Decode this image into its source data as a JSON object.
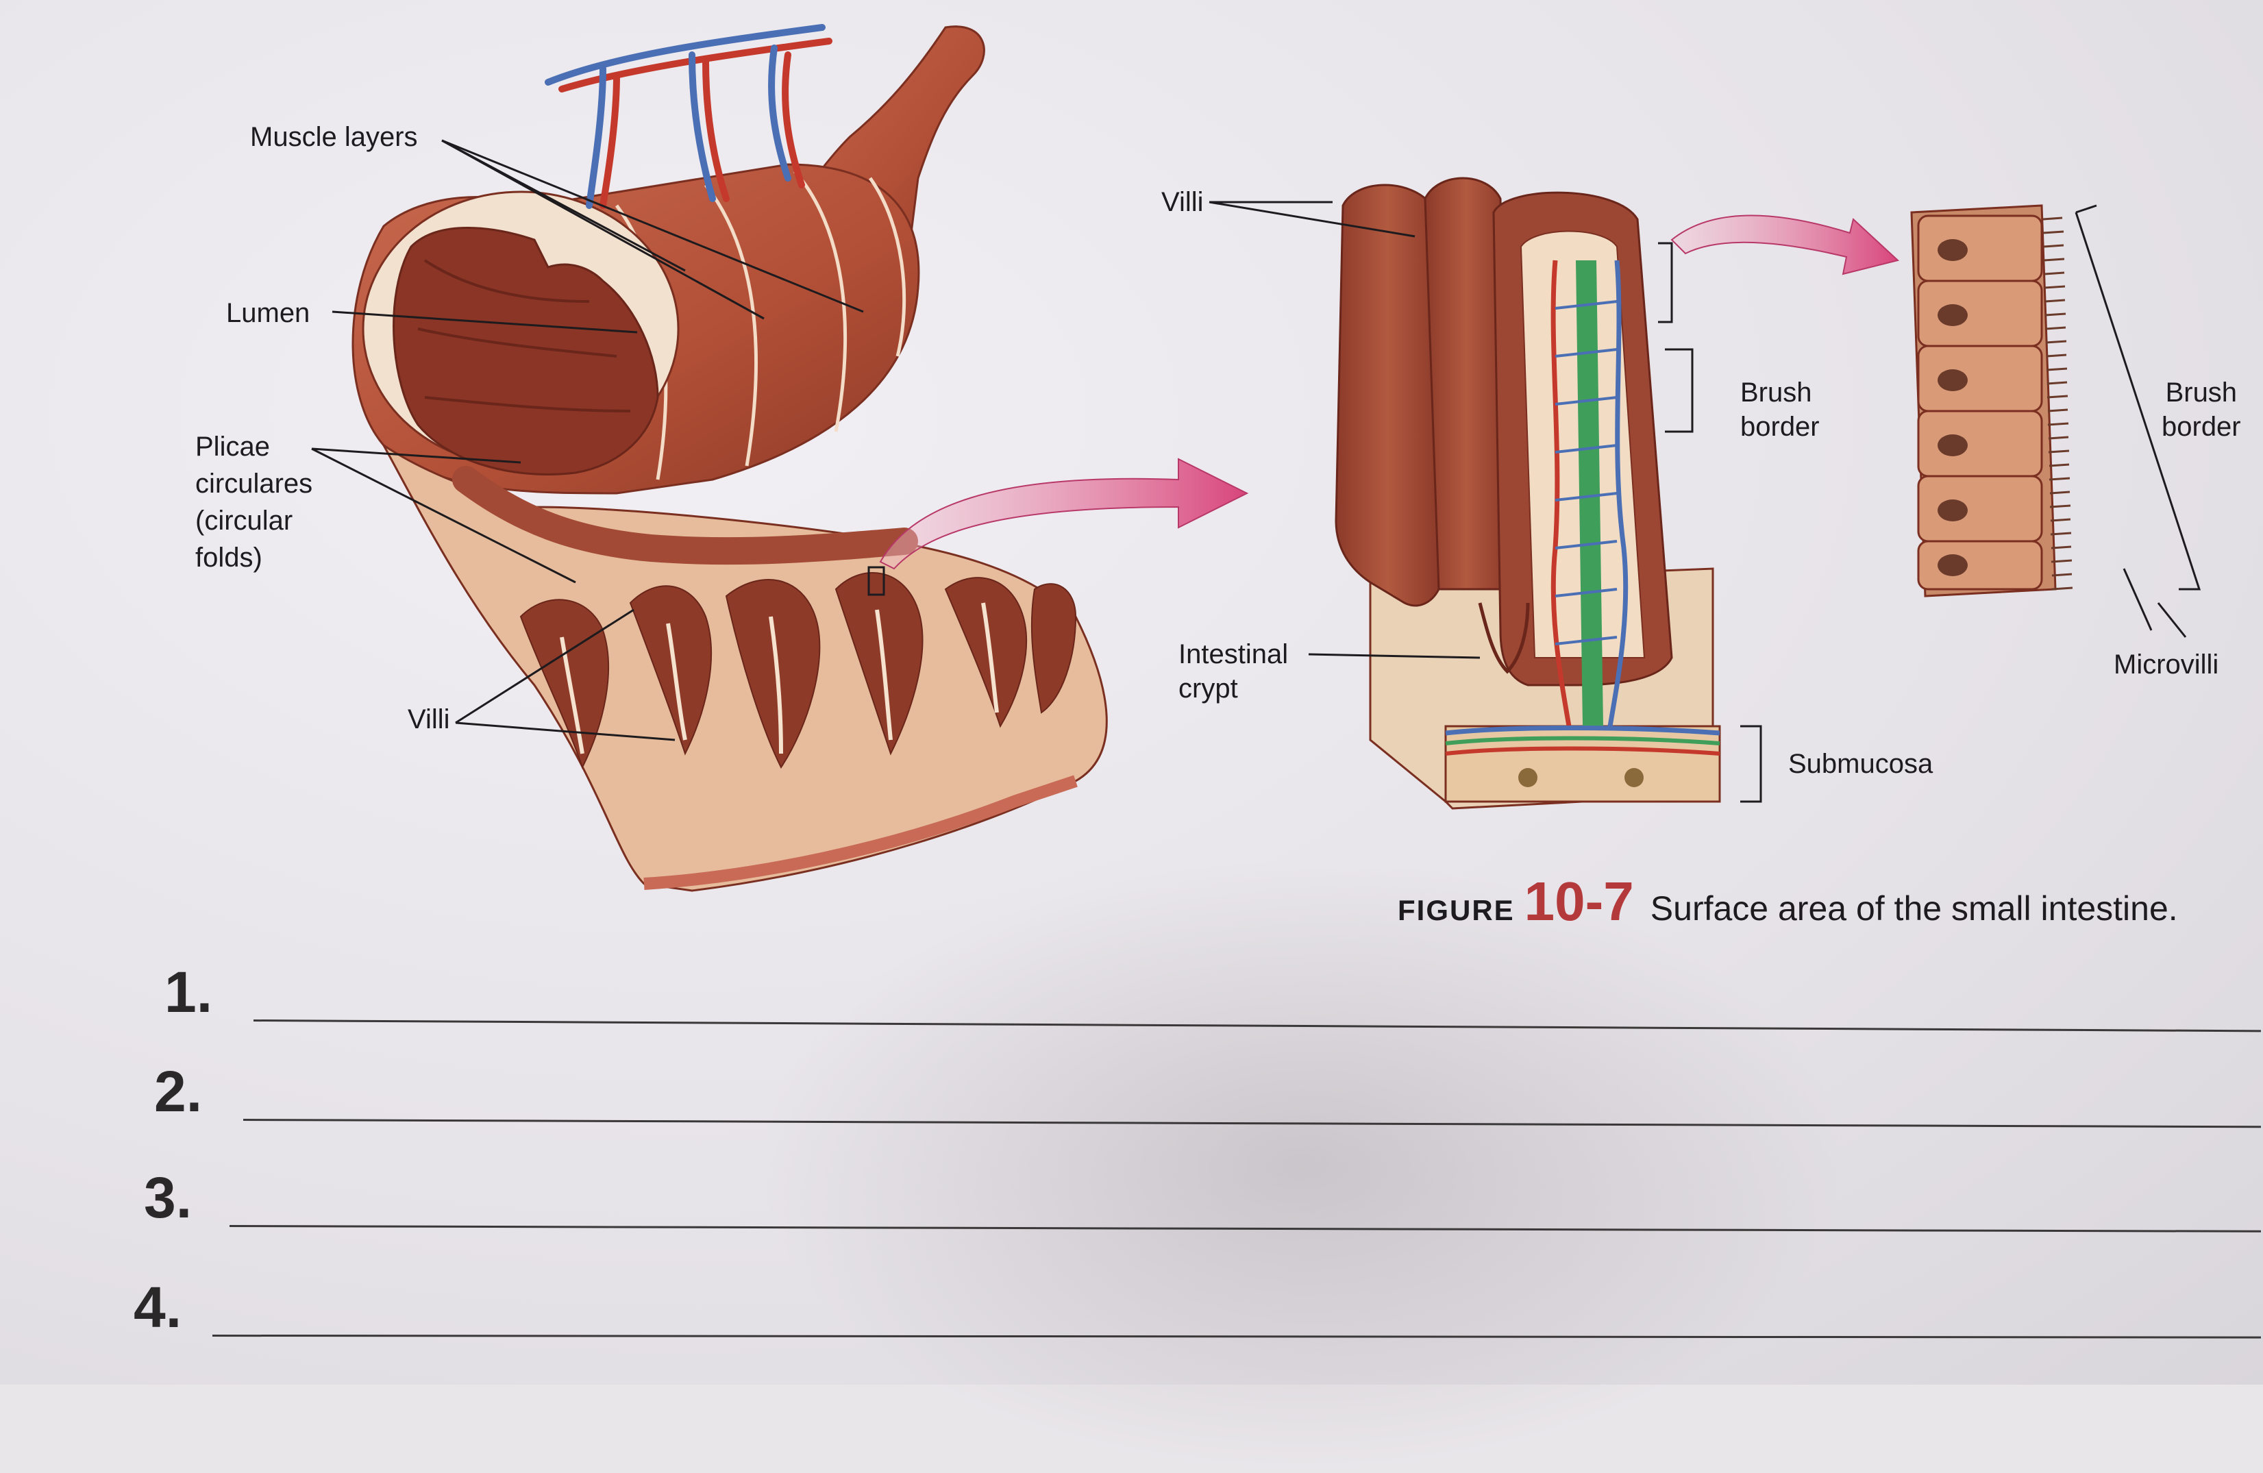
{
  "figure": {
    "label_word": "FIGURE",
    "label_number": "10-7",
    "caption": "Surface area of the small intestine."
  },
  "labels": {
    "muscle_layers": "Muscle layers",
    "lumen": "Lumen",
    "plicae_circulares": "Plicae\ncirculares\n(circular\nfolds)",
    "villi_left": "Villi",
    "villi_mid": "Villi",
    "brush_border_mid": "Brush\nborder",
    "intestinal_crypt": "Intestinal\ncrypt",
    "submucosa": "Submucosa",
    "brush_border_right": "Brush\nborder",
    "microvilli": "Microvilli"
  },
  "questions": [
    {
      "number": "1."
    },
    {
      "number": "2."
    },
    {
      "number": "3."
    },
    {
      "number": "4."
    }
  ],
  "colors": {
    "muscle": "#b8553b",
    "muscle_dark": "#8a3424",
    "mucosa": "#d9a98a",
    "artery": "#c4392c",
    "vein": "#4a6fb5",
    "lymph": "#3f9e5a",
    "arrow": "#d84f7d"
  }
}
